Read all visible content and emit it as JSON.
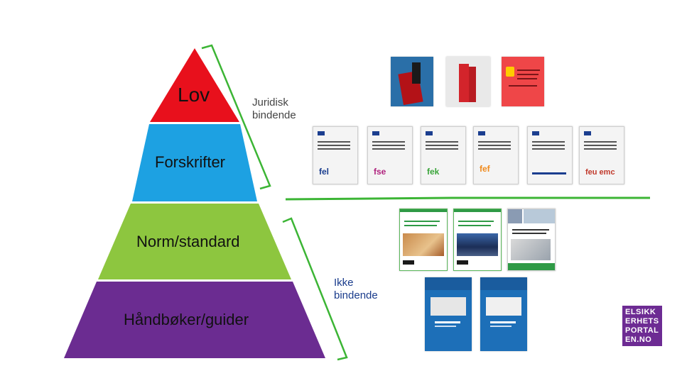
{
  "pyramid": {
    "levels": [
      {
        "label": "Lov",
        "color": "#e8101c"
      },
      {
        "label": "Forskrifter",
        "color": "#1da1e2"
      },
      {
        "label": "Norm/standard",
        "color": "#8dc63f"
      },
      {
        "label": "Håndbøker/guider",
        "color": "#6b2c91"
      }
    ]
  },
  "annotations": {
    "legal": [
      "Juridisk",
      "bindende"
    ],
    "not_legal": [
      "Ikke",
      "bindende"
    ]
  },
  "colors": {
    "bracket": "#3cb535",
    "divider": "#3cb535"
  },
  "documents": {
    "forskrift_codes": [
      "fel",
      "fse",
      "fek",
      "fef",
      "",
      "feu emc"
    ]
  },
  "logo": {
    "lines": [
      "ELSIKK",
      "ERHETS",
      "PORTAL",
      "EN.NO"
    ]
  }
}
